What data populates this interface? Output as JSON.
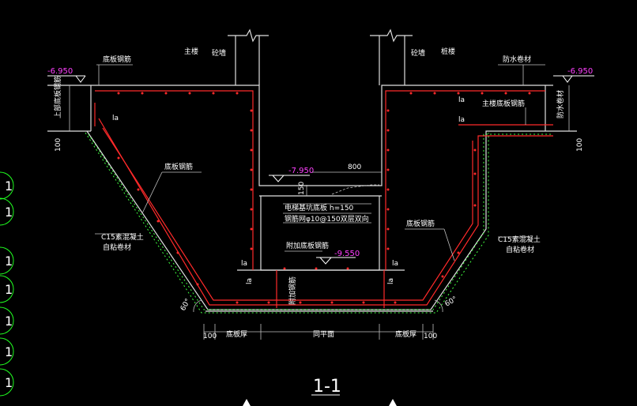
{
  "colors": {
    "background": "#000000",
    "concrete_outline": "#ffffff",
    "rebar": "#ff2020",
    "label_text": "#ffffff",
    "elevation_text": "#ff40ff",
    "dimension": "#c0c0c0",
    "cushion": "#40ff40",
    "annotation": "#ffff00",
    "side_circle": "#20ff20"
  },
  "elevations": {
    "top_left": "-6.950",
    "top_right": "-6.950",
    "pit_mid": "-7.950",
    "pit_bottom": "-9.550"
  },
  "labels": {
    "main_floor_left": "主楼",
    "wall_left": "砼墙",
    "wall_right": "砼墙",
    "pile_right": "桩楼",
    "slab_rebar_top_left": "底板钢筋",
    "waterproof_top_right": "防水卷材",
    "slab_top_rebar_right": "主楼底板钢筋",
    "wall_note_left": "上部底板钢筋",
    "wall_note_right": "防水卷材",
    "slope_rebar_left": "底板钢筋",
    "slope_rebar_right": "底板钢筋",
    "cushion_left": "C15素混凝土",
    "cushion_left_2": "自粘卷材",
    "cushion_right": "C15素混凝土",
    "cushion_right_2": "自粘卷材",
    "pit_fill_1": "电梯基坑底板 h=150",
    "pit_fill_2": "钢筋网φ10@150双层双向",
    "pit_rebar_note": "附加底板钢筋",
    "add_rebar_vert": "附加钢筋",
    "la": "la",
    "bottom_left": "底板厚",
    "bottom_mid": "同平面",
    "bottom_right": "底板厚",
    "section_title": "1-1"
  },
  "dimensions": {
    "d100_left_vert": "100",
    "d100_right_vert": "100",
    "d800": "800",
    "d150": "150",
    "d100_bottom_left": "100",
    "d100_bottom_right": "100"
  },
  "angles": {
    "left": "60°",
    "right": "60°"
  },
  "side_markers": [
    "1",
    "1",
    "1",
    "1",
    "1",
    "1",
    "1"
  ]
}
